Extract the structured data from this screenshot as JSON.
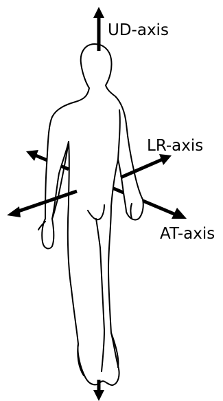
{
  "labels": {
    "ud_axis": "UD-axis",
    "lr_axis": "LR-axis",
    "at_axis": "AT-axis"
  },
  "colors": {
    "background": "#ffffff",
    "ink": "#000000"
  }
}
